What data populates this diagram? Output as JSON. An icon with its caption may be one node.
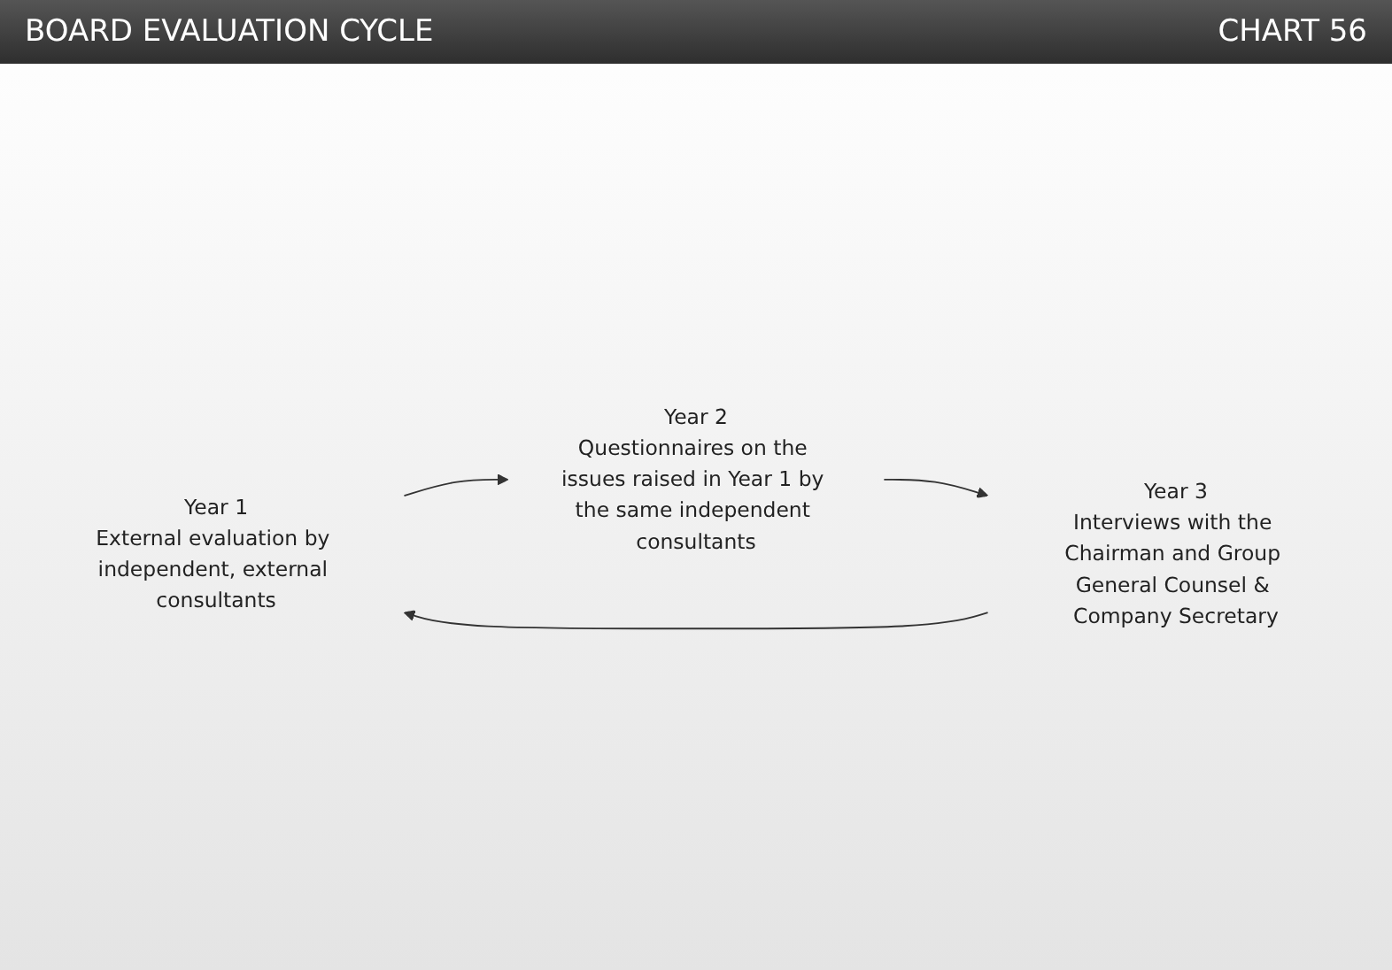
{
  "diagram": {
    "title": "BOARD EVALUATION CYCLE",
    "nodes": [
      {
        "text": [
          "Year 1",
          "External evaluation by independent, external consultants"
        ]
      },
      {
        "text": [
          "Year 3",
          "Interviews with the Chairman and Group General Counsel & Company Secretary"
        ]
      },
      {
        "text": [
          "Year 2",
          "Questionnaires on the issues raised in Year 1 by the same independent consultants"
        ]
      }
    ],
    "edges": [
      {
        "from": 0,
        "to": 2,
        "arrow": "to"
      },
      {
        "from": 2,
        "to": 1,
        "arrow": "to"
      },
      {
        "from": 1,
        "to": 0,
        "arrow": "to"
      }
    ],
    "labels": [
      "CHART 56"
    ]
  }
}
